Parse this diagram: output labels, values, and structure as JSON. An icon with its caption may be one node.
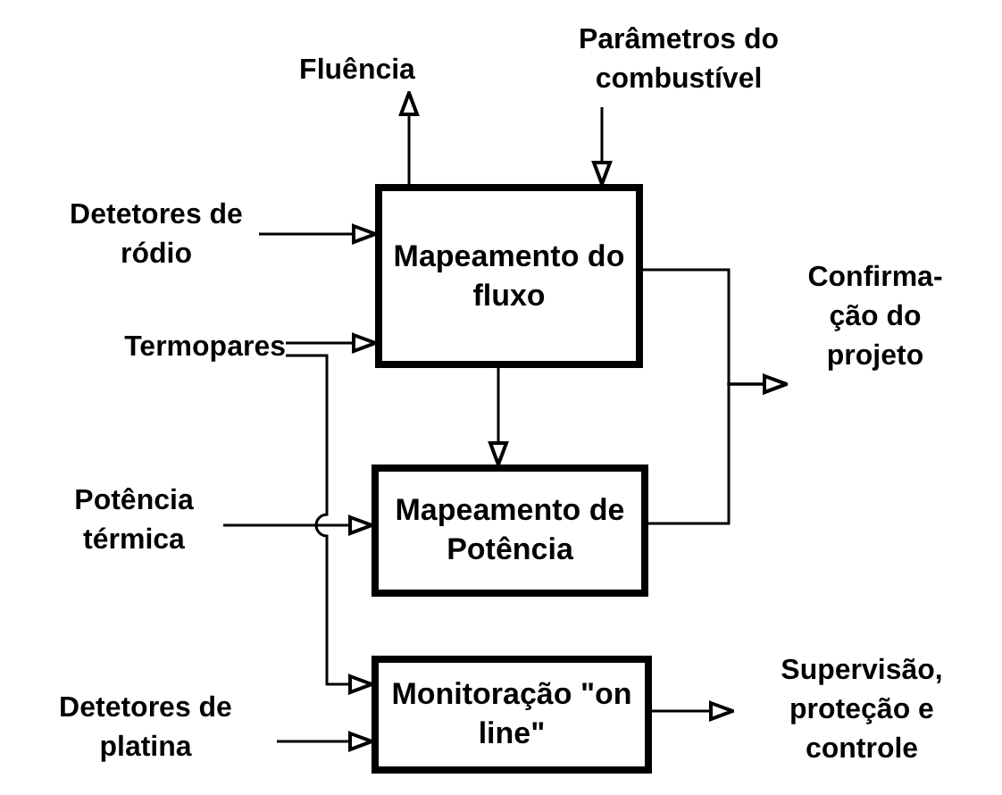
{
  "diagram": {
    "nodes": [
      {
        "text": [
          "Fluência"
        ]
      },
      {
        "text": [
          "Parâmetros do combustível"
        ]
      },
      {
        "text": [
          "Detetores de ródio"
        ]
      },
      {
        "text": [
          "Mapeamento do fluxo"
        ]
      },
      {
        "text": [
          "Termopares"
        ]
      },
      {
        "text": [
          "Confirma- ção do projeto"
        ]
      },
      {
        "text": [
          "Potência térmica"
        ]
      },
      {
        "text": [
          "Mapeamento de Potência"
        ]
      },
      {
        "text": [
          "Detetores de platina"
        ]
      },
      {
        "text": [
          "Monitoração \"on line\""
        ]
      },
      {
        "text": [
          "Supervisão, proteção e controle"
        ]
      }
    ],
    "edges": [
      {
        "from": 3,
        "to": 0,
        "arrow": "to"
      },
      {
        "from": 1,
        "to": 3,
        "arrow": "to"
      },
      {
        "from": 2,
        "to": 3,
        "arrow": "to"
      },
      {
        "from": 4,
        "to": 3,
        "arrow": "to"
      },
      {
        "from": 4,
        "to": 9,
        "arrow": "to"
      },
      {
        "from": 3,
        "to": 5,
        "arrow": "to"
      },
      {
        "from": 7,
        "to": 5,
        "arrow": "to"
      },
      {
        "from": 3,
        "to": 7,
        "arrow": "to"
      },
      {
        "from": 6,
        "to": 7,
        "arrow": "to"
      },
      {
        "from": 8,
        "to": 9,
        "arrow": "to"
      },
      {
        "from": 9,
        "to": 10,
        "arrow": "to"
      }
    ]
  }
}
